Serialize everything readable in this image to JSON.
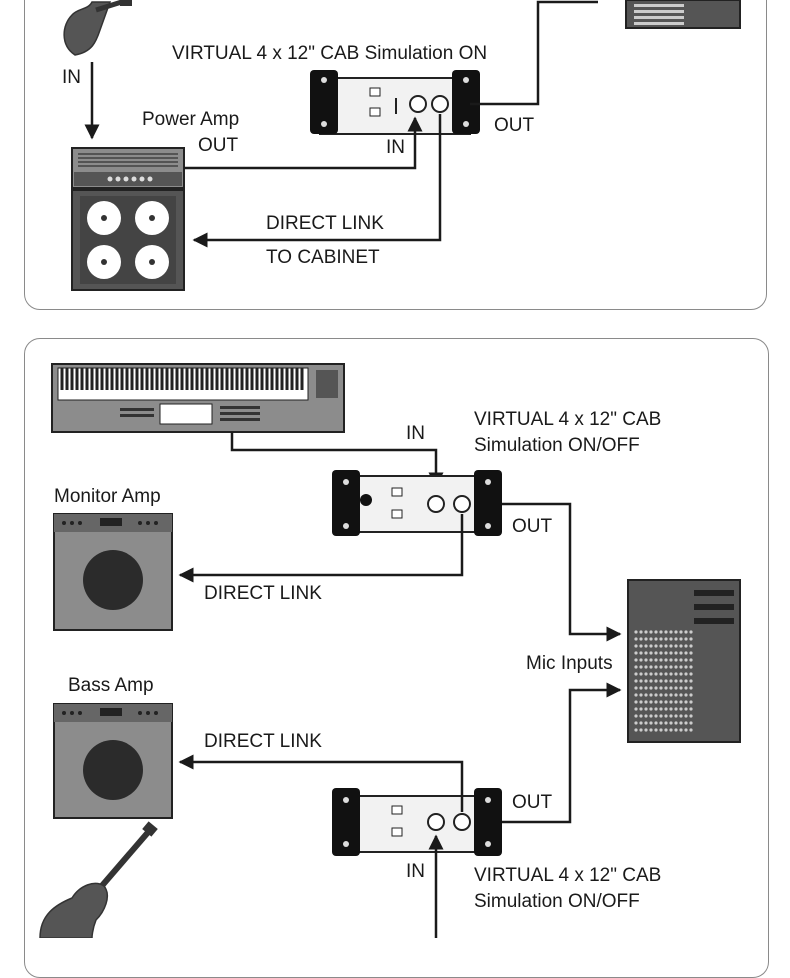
{
  "top_diagram": {
    "device_caption": "VIRTUAL 4 x 12\" CAB Simulation ON",
    "guitar_in_label": "IN",
    "power_amp_label": "Power Amp",
    "amp_out_label": "OUT",
    "device_in_label": "IN",
    "device_out_label": "OUT",
    "direct_link_label": "DIRECT LINK",
    "to_cabinet_label": "TO CABINET"
  },
  "bottom_diagram": {
    "keyboard_in_label": "IN",
    "device1_caption_line1": "VIRTUAL 4 x 12\" CAB",
    "device1_caption_line2": "Simulation ON/OFF",
    "monitor_amp_label": "Monitor Amp",
    "device1_out_label": "OUT",
    "direct_link_1_label": "DIRECT LINK",
    "mic_inputs_label": "Mic Inputs",
    "bass_amp_label": "Bass Amp",
    "direct_link_2_label": "DIRECT LINK",
    "device2_out_label": "OUT",
    "device2_in_label": "IN",
    "device2_caption_line1": "VIRTUAL 4 x 12\" CAB",
    "device2_caption_line2": "Simulation ON/OFF"
  },
  "colors": {
    "line": "#1a1a1a",
    "panel_border": "#8a8a8a",
    "device_body": "#f2f2f2",
    "amp_grey": "#8c8c8c",
    "speaker_dark": "#2b2b2b"
  }
}
